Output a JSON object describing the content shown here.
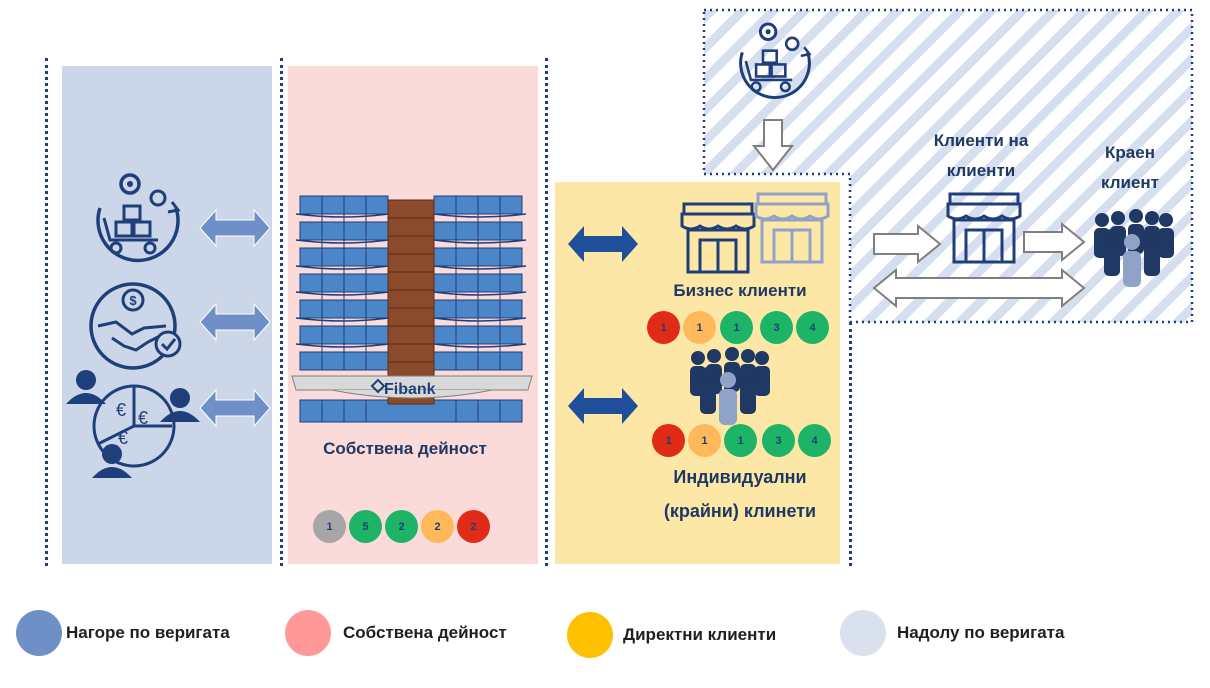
{
  "diagram": {
    "own_activity_label": "Собствена дейност",
    "business_clients_label": "Бизнес клиенти",
    "individual_clients_label_1": "Индивидуални",
    "individual_clients_label_2": "(крайни) клинети",
    "clients_of_clients_label_1": "Клиенти на",
    "clients_of_clients_label_2": "клиенти",
    "end_client_label_1": "Краен",
    "end_client_label_2": "клиент",
    "bank_name": "Fibank"
  },
  "own_ratings": [
    {
      "value": "1",
      "color": "#a6a6a6"
    },
    {
      "value": "5",
      "color": "#1db468"
    },
    {
      "value": "2",
      "color": "#1db468"
    },
    {
      "value": "2",
      "color": "#ffb95a"
    },
    {
      "value": "2",
      "color": "#e02b16"
    }
  ],
  "business_ratings": [
    {
      "value": "1",
      "color": "#e02b16"
    },
    {
      "value": "1",
      "color": "#ffb95a"
    },
    {
      "value": "1",
      "color": "#1db468"
    },
    {
      "value": "3",
      "color": "#1db468"
    },
    {
      "value": "4",
      "color": "#1db468"
    }
  ],
  "individual_ratings": [
    {
      "value": "1",
      "color": "#e02b16"
    },
    {
      "value": "1",
      "color": "#ffb95a"
    },
    {
      "value": "1",
      "color": "#1db468"
    },
    {
      "value": "3",
      "color": "#1db468"
    },
    {
      "value": "4",
      "color": "#1db468"
    }
  ],
  "legend": [
    {
      "label": "Нагоре по веригата",
      "color": "#6f8fc9"
    },
    {
      "label": "Собствена дейност",
      "color": "#ff9999"
    },
    {
      "label": "Директни клиенти",
      "color": "#ffc000"
    },
    {
      "label": "Надолу по веригата",
      "color": "#d9e0ee"
    }
  ],
  "colors": {
    "upstream_panel": "#cbd6e8",
    "own_panel": "#fbdada",
    "direct_panel": "#fde7a7",
    "accent_navy": "#1f3f7a"
  }
}
